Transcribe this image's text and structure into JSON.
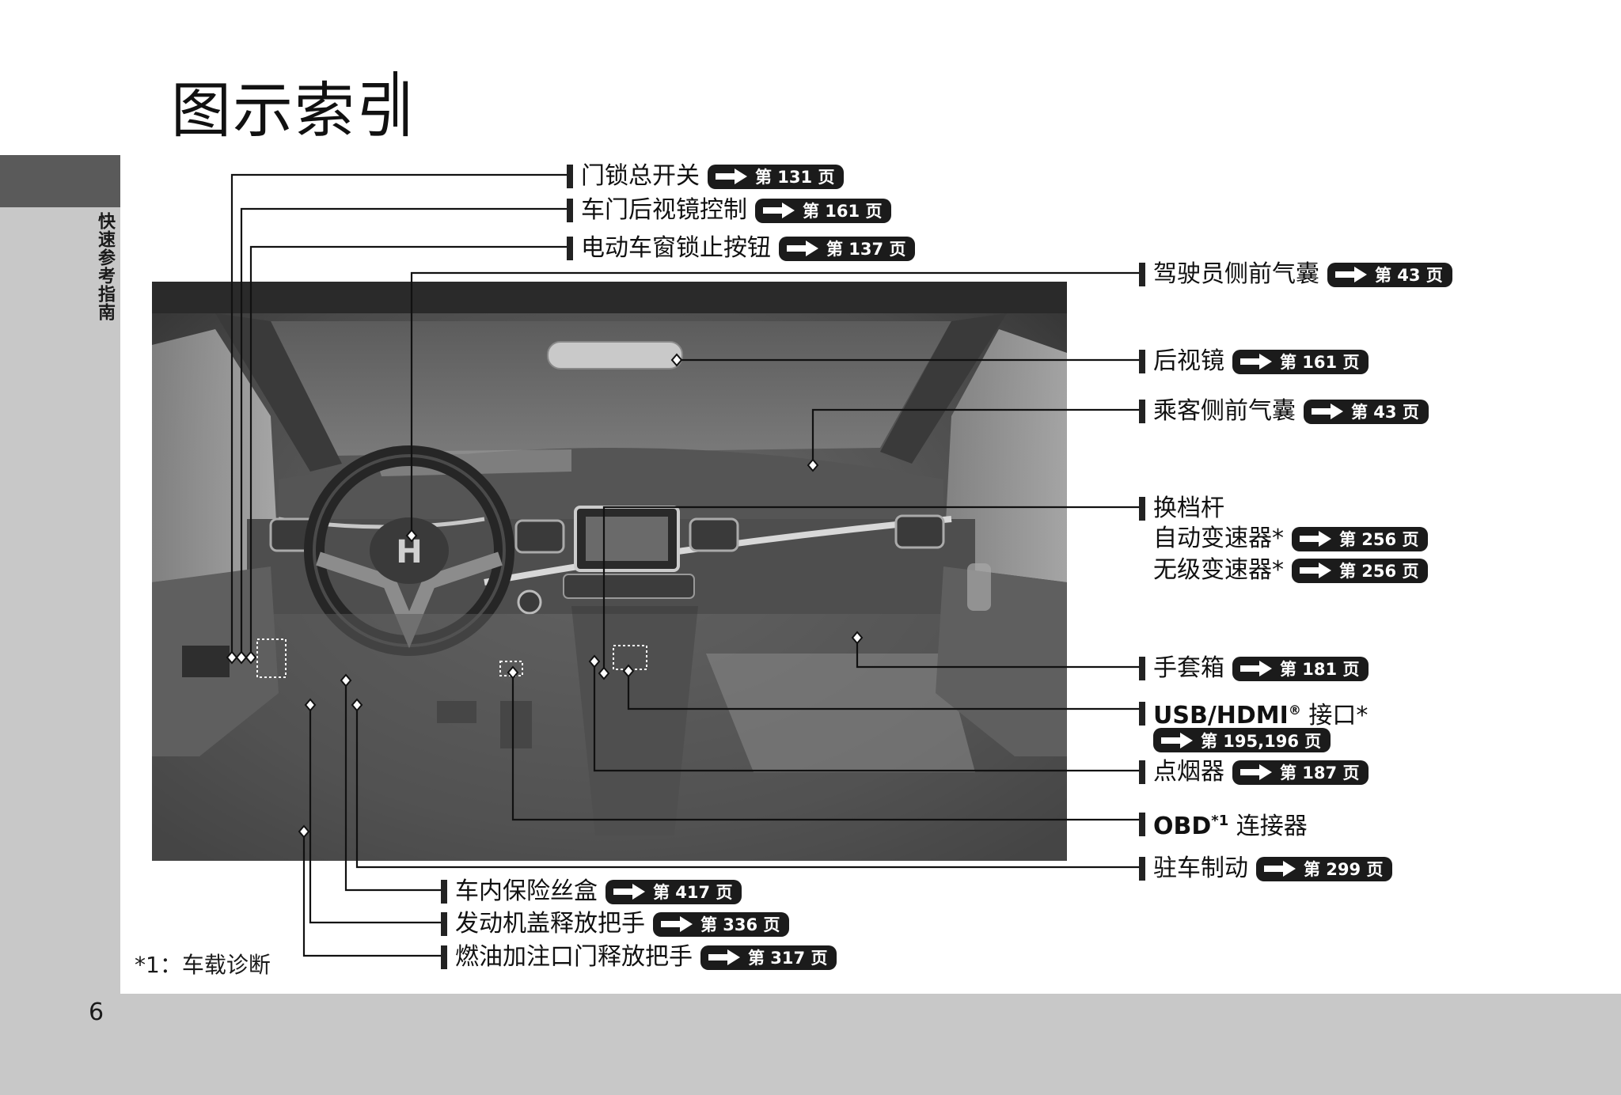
{
  "title": "图示索引",
  "side_label": "快速参考指南",
  "page_number": "6",
  "footnote": "*1：车载诊断",
  "callouts": {
    "door_lock_master": {
      "label": "门锁总开关",
      "ref": "第 131 页"
    },
    "door_mirror_ctrl": {
      "label": "车门后视镜控制",
      "ref": "第 161 页"
    },
    "window_lock": {
      "label": "电动车窗锁止按钮",
      "ref": "第 137 页"
    },
    "driver_airbag": {
      "label": "驾驶员侧前气囊",
      "ref": "第 43 页"
    },
    "rearview_mirror": {
      "label": "后视镜",
      "ref": "第 161 页"
    },
    "passenger_airbag": {
      "label": "乘客侧前气囊",
      "ref": "第 43 页"
    },
    "shift_lever": {
      "label": "换档杆"
    },
    "auto_trans": {
      "label": "自动变速器*",
      "ref": "第 256 页"
    },
    "cvt": {
      "label": "无级变速器*",
      "ref": "第 256 页"
    },
    "glove_box": {
      "label": "手套箱",
      "ref": "第 181 页"
    },
    "usb_hdmi": {
      "label_bold": "USB/HDMI",
      "reg": "®",
      "label_rest": " 接口*",
      "ref": "第 195,196 页"
    },
    "cigarette_lighter": {
      "label": "点烟器",
      "ref": "第 187 页"
    },
    "obd": {
      "label_bold": "OBD",
      "sup": "*1",
      "label_rest": " 连接器"
    },
    "parking_brake": {
      "label": "驻车制动",
      "ref": "第 299 页"
    },
    "fuse_box": {
      "label": "车内保险丝盒",
      "ref": "第 417 页"
    },
    "hood_release": {
      "label": "发动机盖释放把手",
      "ref": "第 336 页"
    },
    "fuel_door_release": {
      "label": "燃油加注口门释放把手",
      "ref": "第 317 页"
    }
  },
  "colors": {
    "sidebar_gray": "#c8c8c8",
    "tab_dark": "#5a5a5a",
    "ref_badge": "#1b1b1b"
  }
}
